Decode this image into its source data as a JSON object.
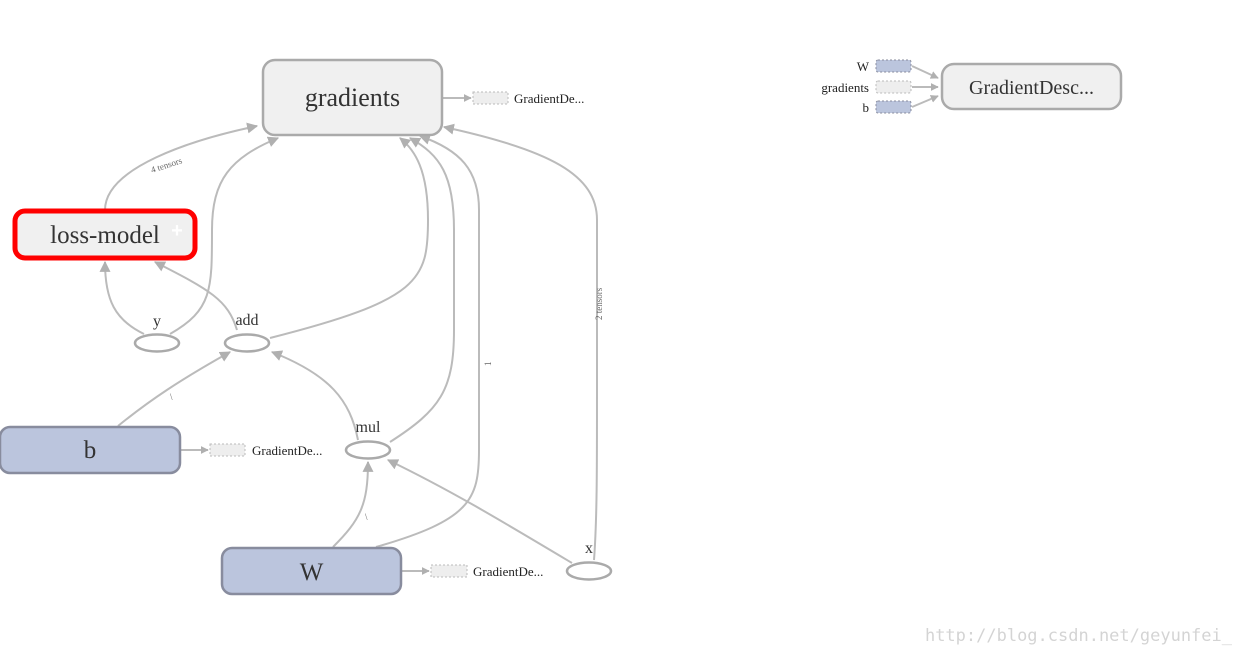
{
  "graph": {
    "nodes": {
      "gradients": "gradients",
      "loss_model": "loss-model",
      "b": "b",
      "W": "W",
      "y": "y",
      "add": "add",
      "mul": "mul",
      "x": "x",
      "gradient_descent_main": "GradientDesc..."
    },
    "expand_icon": "+",
    "aux_labels": {
      "gradients_to_gd": "GradientDe...",
      "b_to_gd": "GradientDe...",
      "W_to_gd": "GradientDe..."
    },
    "edge_labels": {
      "loss_to_gradients": "4 tensors",
      "x_to_gradients": "2 tensors",
      "b_to_add": "\\",
      "W_to_mul": "\\",
      "W_to_gradients": "1"
    },
    "gd_inputs": [
      "W",
      "gradients",
      "b"
    ]
  },
  "watermark": "http://blog.csdn.net/geyunfei_",
  "colors": {
    "edge": "#bbbbbb",
    "node_fill": "#f0f0f0",
    "node_stroke": "#aaaaaa",
    "variable_fill": "#bbc5dd",
    "variable_stroke": "#888c9e",
    "highlight": "#ff0000"
  }
}
